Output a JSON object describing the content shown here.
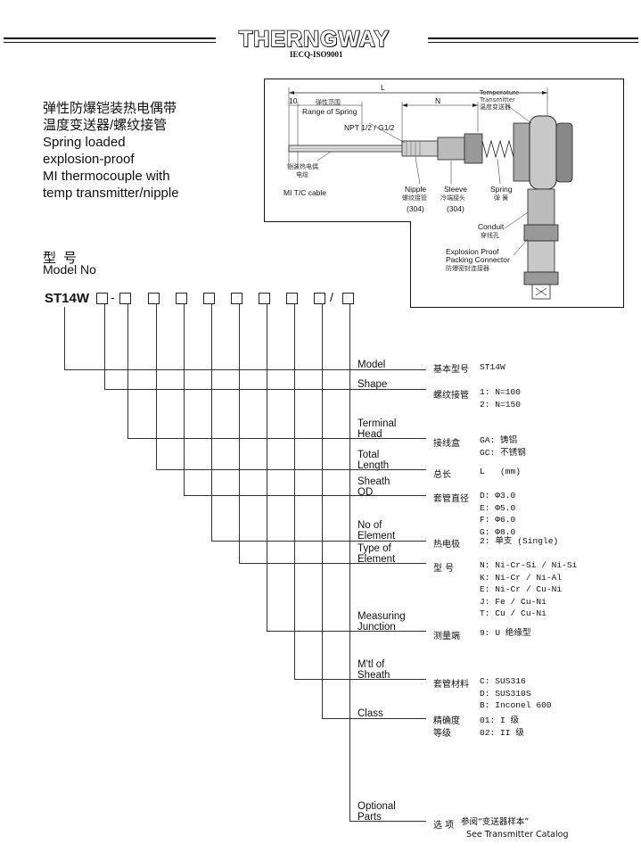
{
  "header": {
    "brand": "THERNGWAY",
    "certification": "IECQ-ISO9001"
  },
  "title": {
    "zh_lines": [
      "弹性防爆铠装热电偶带",
      "温度变送器/螺纹接管"
    ],
    "en_lines": [
      "Spring loaded",
      "explosion-proof",
      "MI thermocouple with",
      "temp transmitter/nipple"
    ]
  },
  "model": {
    "zh": "型号",
    "en": "Model No",
    "code": "ST14W",
    "dash": "-",
    "slash": "/"
  },
  "diagram": {
    "dim_L": "L",
    "dim_10": "10",
    "dim_N": "N",
    "range_zh": "弹性范围",
    "range_en": "Range of Spring",
    "npt": "NPT 1/2 / G1/2",
    "mi_cable_zh_1": "铠装热电偶",
    "mi_cable_zh_2": "电缆",
    "mi_cable_en": "MI T/C cable",
    "nipple_en": "Nipple",
    "nipple_zh": "螺纹接管",
    "nipple_mat": "(304)",
    "sleeve_en": "Sleeve",
    "sleeve_zh": "冷端接头",
    "sleeve_mat": "(304)",
    "spring_en": "Spring",
    "spring_zh": "弹 簧",
    "transmitter_en_1": "Temperature",
    "transmitter_en_2": "Transmitter",
    "transmitter_zh": "温度变送器",
    "conduit_en": "Conduit",
    "conduit_zh": "穿线孔",
    "connector_en_1": "Explosion Proof",
    "connector_en_2": "Packing Connector",
    "connector_zh": "防爆密封连接器"
  },
  "fields": [
    {
      "en_1": "Model",
      "en_2": "",
      "zh": "基本型号",
      "values": "ST14W"
    },
    {
      "en_1": "Shape",
      "en_2": "",
      "zh": "螺纹接管",
      "values": "1: N=100\n2: N=150"
    },
    {
      "en_1": "Terminal",
      "en_2": "Head",
      "zh": "接线盒",
      "values": "GA: 铸铝\nGC: 不锈钢"
    },
    {
      "en_1": "Total",
      "en_2": "Length",
      "zh": "总长",
      "values": "L   (mm)"
    },
    {
      "en_1": "Sheath",
      "en_2": "OD",
      "zh": "套管直径",
      "values": "D: Φ3.0\nE: Φ5.0\nF: Φ6.0\nG: Φ8.0"
    },
    {
      "en_1": "No of",
      "en_2": "Element",
      "zh": "热电极",
      "values": "2: 单支 (Single)"
    },
    {
      "en_1": "Type of",
      "en_2": "Element",
      "zh": "型  号",
      "values": "N: Ni-Cr-Si / Ni-Si\nK: Ni-Cr / Ni-Al\nE: Ni-Cr / Cu-Ni\nJ: Fe / Cu-Ni\nT: Cu / Cu-Ni"
    },
    {
      "en_1": "Measuring",
      "en_2": "Junction",
      "zh": "测量端",
      "values": "9: U 绝缘型"
    },
    {
      "en_1": "M'tl of",
      "en_2": "Sheath",
      "zh": "套管材料",
      "values": "C: SUS316\nD: SUS310S\nB: Inconel 600"
    },
    {
      "en_1": "Class",
      "en_2": "",
      "zh": "精确度\n等级",
      "values": "01: I 级\n02: II 级"
    },
    {
      "en_1": "Optional",
      "en_2": "Parts",
      "zh": "选 项",
      "values": "参阅“变送器样本”\n  See Transmitter Catalog"
    }
  ],
  "colors": {
    "ink": "#111111",
    "background": "#ffffff"
  }
}
